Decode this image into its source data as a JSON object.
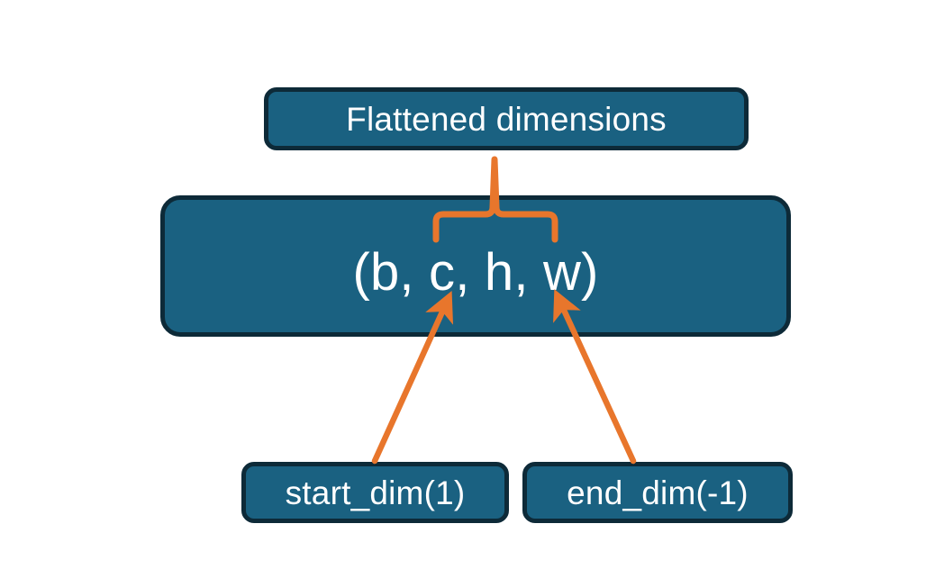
{
  "diagram": {
    "title_box": {
      "label": "Flattened dimensions"
    },
    "shape_box": {
      "label": "(b, c, h, w)"
    },
    "start_box": {
      "label": "start_dim(1)"
    },
    "end_box": {
      "label": "end_dim(-1)"
    },
    "colors": {
      "box_fill": "#1A6181",
      "box_border": "#0D2A38",
      "connector": "#E8762C",
      "text": "#FFFFFF",
      "background": "#FFFFFF"
    },
    "connectors": [
      {
        "name": "brace-flattened-to-chw",
        "type": "curly-brace",
        "from": "title_box",
        "to": "shape_box",
        "spans": "c, h, w"
      },
      {
        "name": "arrow-start-dim-to-c",
        "type": "arrow",
        "from": "start_box",
        "to": "shape_box",
        "target_token": "c"
      },
      {
        "name": "arrow-end-dim-to-w",
        "type": "arrow",
        "from": "end_box",
        "to": "shape_box",
        "target_token": "w"
      }
    ]
  }
}
